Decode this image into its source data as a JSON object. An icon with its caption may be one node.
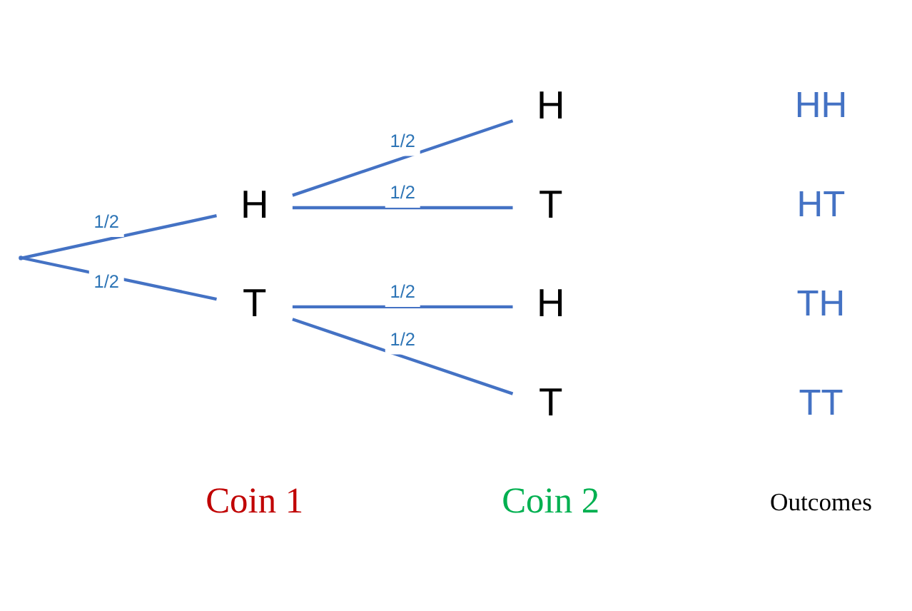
{
  "diagram": {
    "nodes": [
      {
        "text": [],
        "shape": "point"
      },
      {
        "text": [
          "H"
        ]
      },
      {
        "text": [
          "T"
        ]
      },
      {
        "text": [
          "H"
        ]
      },
      {
        "text": [
          "T"
        ]
      },
      {
        "text": [
          "H"
        ]
      },
      {
        "text": [
          "T"
        ]
      }
    ],
    "edges": [
      {
        "from": 0,
        "to": 1,
        "arrow": "none",
        "label": "1/2"
      },
      {
        "from": 0,
        "to": 2,
        "arrow": "none",
        "label": "1/2"
      },
      {
        "from": 1,
        "to": 3,
        "arrow": "none",
        "label": "1/2"
      },
      {
        "from": 1,
        "to": 4,
        "arrow": "none",
        "label": "1/2"
      },
      {
        "from": 2,
        "to": 5,
        "arrow": "none",
        "label": "1/2"
      },
      {
        "from": 2,
        "to": 6,
        "arrow": "none",
        "label": "1/2"
      }
    ],
    "labels": [
      "Coin 1",
      "Coin 2",
      "Outcomes",
      "HH",
      "HT",
      "TH",
      "TT"
    ]
  }
}
